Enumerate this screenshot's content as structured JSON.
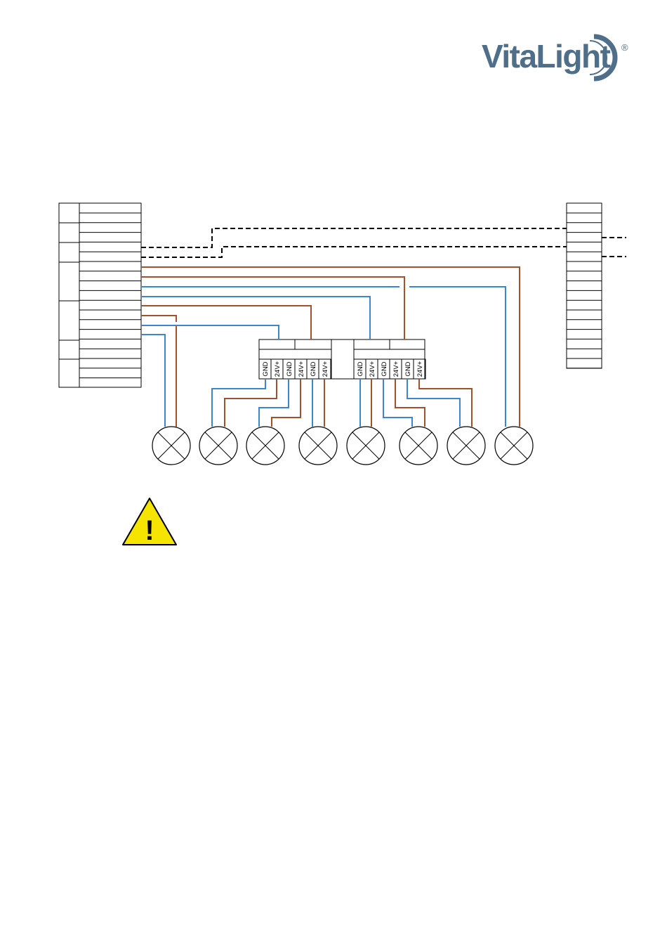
{
  "brand": {
    "name": "VitaLight",
    "registered_mark": "®",
    "color": "#4f6e8a"
  },
  "diagram": {
    "terminal_labels": [
      "GND",
      "24V+",
      "GND",
      "24V+",
      "GND",
      "24V+",
      "GND",
      "24V+",
      "GND",
      "24V+",
      "GND",
      "24V+"
    ],
    "lamp_count": 8,
    "wire_colors": {
      "positive": "#a0522d",
      "ground": "#3a87d0",
      "signal": "#000000"
    }
  },
  "warning": {
    "icon": "warning-triangle-icon",
    "symbol": "!",
    "fill": "#f5e400"
  }
}
